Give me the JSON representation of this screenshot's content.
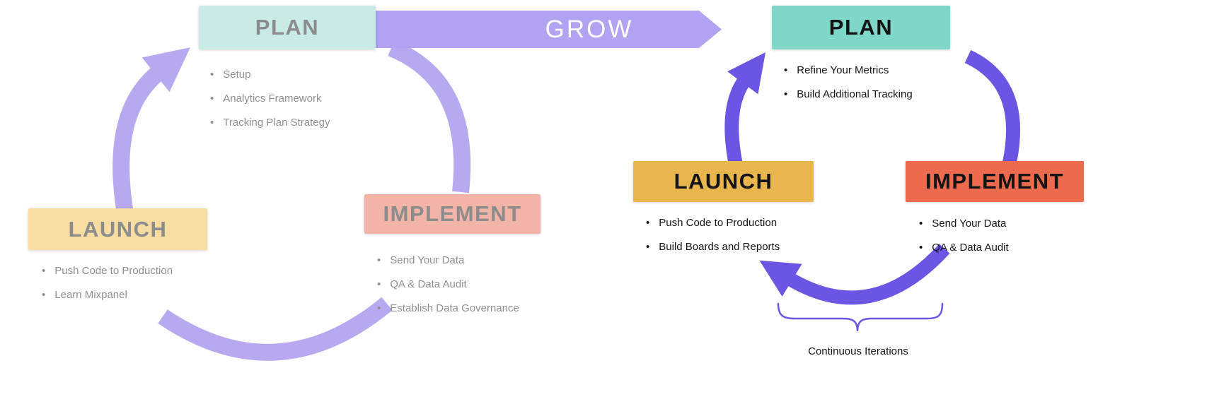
{
  "colors": {
    "left_plan_bg": "#c8ebe5",
    "left_implement_bg": "#f2b4a6",
    "left_launch_bg": "#f7dda1",
    "right_plan_bg": "#7fd7c9",
    "right_launch_bg": "#e9b64e",
    "right_implement_bg": "#ec6b4e",
    "arrow_light": "#b7a8ef",
    "arrow_dark": "#6b55e3",
    "grow_bg": "#b3a2f1",
    "grow_text": "#ffffff",
    "left_text": "#8f8f8f",
    "right_text": "#141414"
  },
  "left_cycle": {
    "plan": {
      "title": "PLAN",
      "items": [
        "Setup",
        "Analytics Framework",
        "Tracking Plan Strategy"
      ]
    },
    "implement": {
      "title": "IMPLEMENT",
      "items": [
        "Send Your Data",
        "QA & Data Audit",
        "Establish Data Governance"
      ]
    },
    "launch": {
      "title": "LAUNCH",
      "items": [
        "Push Code to Production",
        "Learn Mixpanel"
      ]
    }
  },
  "grow": {
    "label": "GROW"
  },
  "right_cycle": {
    "plan": {
      "title": "PLAN",
      "items": [
        "Refine Your Metrics",
        "Build Additional Tracking"
      ]
    },
    "launch": {
      "title": "LAUNCH",
      "items": [
        "Push Code to Production",
        "Build Boards and Reports"
      ]
    },
    "implement": {
      "title": "IMPLEMENT",
      "items": [
        "Send Your Data",
        "QA & Data Audit"
      ]
    },
    "caption": "Continuous Iterations"
  }
}
